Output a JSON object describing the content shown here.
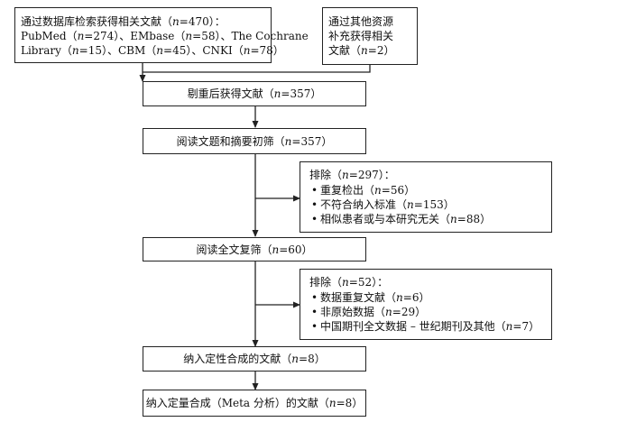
{
  "sources": {
    "main": {
      "line1": "通过数据库检索获得相关文献（n=470）：",
      "line2": "PubMed（n=274）、EMbase（n=58）、The Cochrane",
      "line3": "Library（n=15）、CBM（n=45）、CNKI（n=78）"
    },
    "other": {
      "line1": "通过其他资源",
      "line2": "补充获得相关",
      "line3": "文献（n=2）"
    }
  },
  "steps": {
    "dedup": "剔重后获得文献（n=357）",
    "screen": "阅读文题和摘要初筛（n=357）",
    "fulltext": "阅读全文复筛（n=60）",
    "qualitative": "纳入定性合成的文献（n=8）",
    "quantitative": "纳入定量合成（Meta 分析）的文献（n=8）"
  },
  "exclusions": {
    "first": {
      "title": "排除（n=297）：",
      "items": [
        "重复检出（n=56）",
        "不符合纳入标准（n=153）",
        "相似患者或与本研究无关（n=88）"
      ]
    },
    "second": {
      "title": "排除（n=52）：",
      "items": [
        "数据重复文献（n=6）",
        "非原始数据（n=29）",
        "中国期刊全文数据 – 世纪期刊及其他（n=7）"
      ]
    }
  }
}
